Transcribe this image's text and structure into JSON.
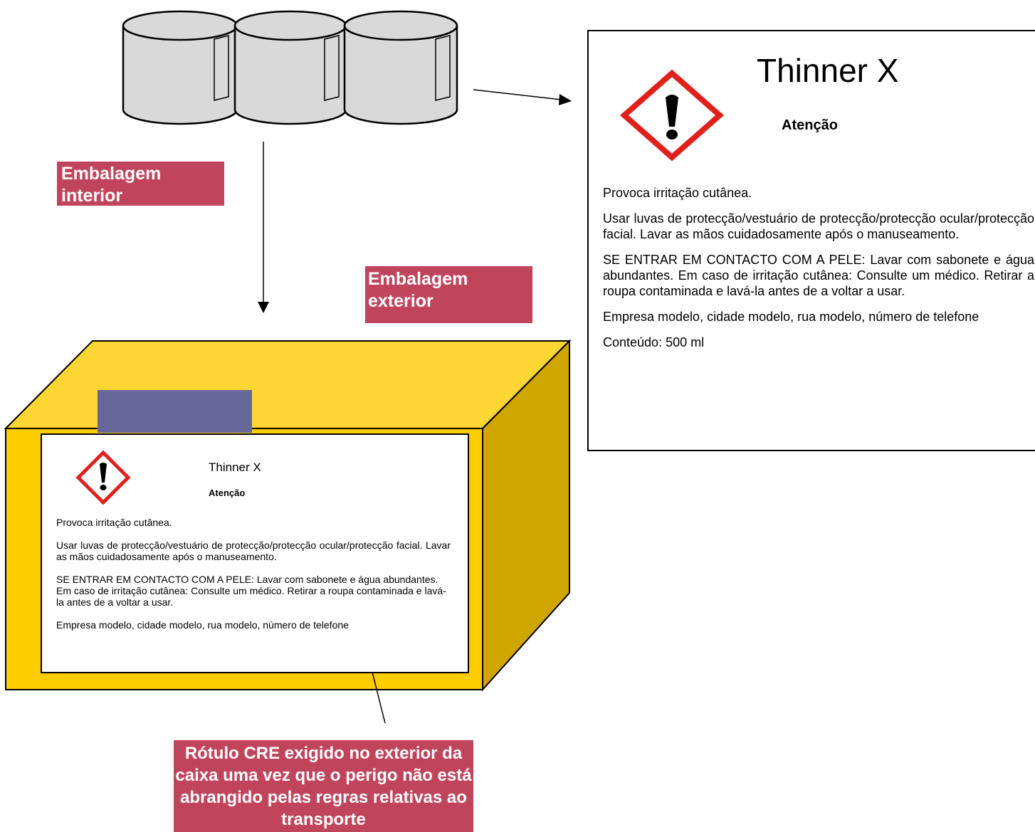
{
  "tags": {
    "inner_packaging": "Embalagem interior",
    "outer_packaging": "Embalagem exterior",
    "clp_note": "Rótulo CRE exigido no exterior da caixa uma vez que o perigo não está abrangido pelas regras relativas ao transporte"
  },
  "label": {
    "product_name": "Thinner X",
    "signal_word": "Atenção",
    "hazard_statement": "Provoca irritação cutânea.",
    "precautionary_1": "Usar luvas de protecção/vestuário de protecção/protecção ocular/protecção facial. Lavar as mãos cuidadosamente após o manuseamento.",
    "precautionary_2": "SE ENTRAR EM CONTACTO COM A PELE: Lavar com sabonete e água abundantes. Em caso de irritação cutânea: Consulte um médico. Retirar a roupa contaminada e lavá-la antes de a voltar a usar.",
    "supplier": "Empresa modelo, cidade modelo, rua modelo, número de telefone",
    "contents": "Conteúdo: 500 ml"
  },
  "colors": {
    "tag": "#c0455c",
    "box_front": "#fecd00",
    "box_top": "#fdd633",
    "box_side": "#cfa500",
    "box_tab": "#67669a",
    "pictogram_border": "#e0201b",
    "drum_fill": "#d9d9d9"
  },
  "icons": [
    "ghs-exclamation-mark-pictogram",
    "drum-container"
  ]
}
